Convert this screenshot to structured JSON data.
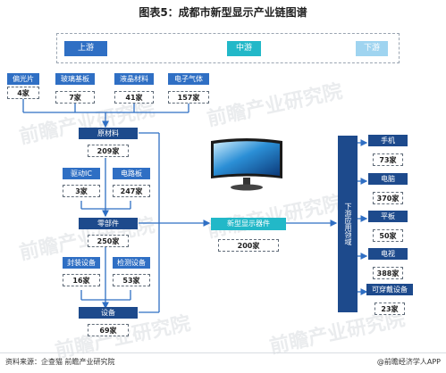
{
  "title": "图表5：成都市新型显示产业链图谱",
  "legend": {
    "upstream": "上游",
    "midstream": "中游",
    "downstream": "下游"
  },
  "upstream_materials": [
    {
      "label": "偏光片",
      "count": "4家"
    },
    {
      "label": "玻璃基板",
      "count": "7家"
    },
    {
      "label": "液晶材料",
      "count": "41家"
    },
    {
      "label": "电子气体",
      "count": "157家"
    }
  ],
  "raw_materials": {
    "label": "原材料",
    "count": "209家"
  },
  "chips": [
    {
      "label": "驱动IC",
      "count": "3家"
    },
    {
      "label": "电路板",
      "count": "247家"
    }
  ],
  "components": {
    "label": "零部件",
    "count": "250家"
  },
  "equipment_types": [
    {
      "label": "封装设备",
      "count": "16家"
    },
    {
      "label": "检测设备",
      "count": "53家"
    }
  ],
  "equipment": {
    "label": "设备",
    "count": "69家"
  },
  "midstream": {
    "label": "新型显示器件",
    "count": "200家"
  },
  "downstream_field": {
    "label": "下游应用领域"
  },
  "applications": [
    {
      "label": "手机",
      "count": "73家"
    },
    {
      "label": "电脑",
      "count": "370家"
    },
    {
      "label": "平板",
      "count": "50家"
    },
    {
      "label": "电视",
      "count": "388家"
    },
    {
      "label": "可穿戴设备",
      "count": "23家"
    }
  ],
  "footer": {
    "source": "资料来源：企查猫 前瞻产业研究院",
    "brand": "@前瞻经济学人APP"
  },
  "watermark": "前瞻产业研究院",
  "colors": {
    "upstream": "#2f6fc4",
    "midstream": "#22b8c8",
    "downstream": "#9fd4f0",
    "navy": "#1d4a8c",
    "arrow": "#2f6fc4"
  }
}
